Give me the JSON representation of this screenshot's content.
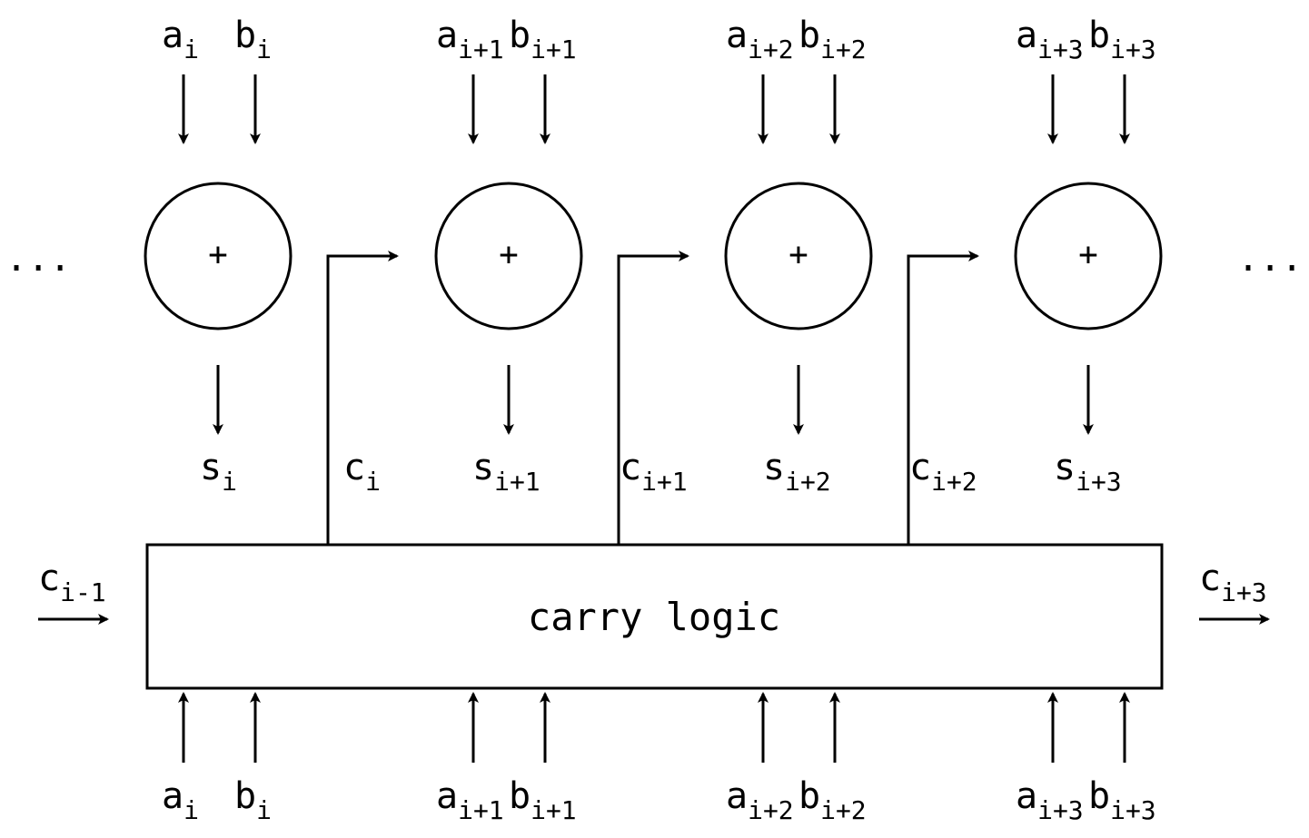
{
  "colors": {
    "stroke": "#000000",
    "background": "#ffffff"
  },
  "ellipsis": {
    "left": "...",
    "right": "..."
  },
  "adders": [
    {
      "symbol": "+",
      "a": "a",
      "a_sub": "i",
      "b": "b",
      "b_sub": "i",
      "s": "s",
      "s_sub": "i"
    },
    {
      "symbol": "+",
      "a": "a",
      "a_sub": "i+1",
      "b": "b",
      "b_sub": "i+1",
      "s": "s",
      "s_sub": "i+1"
    },
    {
      "symbol": "+",
      "a": "a",
      "a_sub": "i+2",
      "b": "b",
      "b_sub": "i+2",
      "s": "s",
      "s_sub": "i+2"
    },
    {
      "symbol": "+",
      "a": "a",
      "a_sub": "i+3",
      "b": "b",
      "b_sub": "i+3",
      "s": "s",
      "s_sub": "i+3"
    }
  ],
  "carries": [
    {
      "c": "c",
      "c_sub": "i"
    },
    {
      "c": "c",
      "c_sub": "i+1"
    },
    {
      "c": "c",
      "c_sub": "i+2"
    }
  ],
  "carry_in": {
    "c": "c",
    "c_sub": "i-1"
  },
  "carry_out": {
    "c": "c",
    "c_sub": "i+3"
  },
  "carry_box": {
    "label": "carry logic"
  },
  "bottom_inputs": [
    {
      "a": "a",
      "a_sub": "i",
      "b": "b",
      "b_sub": "i"
    },
    {
      "a": "a",
      "a_sub": "i+1",
      "b": "b",
      "b_sub": "i+1"
    },
    {
      "a": "a",
      "a_sub": "i+2",
      "b": "b",
      "b_sub": "i+2"
    },
    {
      "a": "a",
      "a_sub": "i+3",
      "b": "b",
      "b_sub": "i+3"
    }
  ]
}
